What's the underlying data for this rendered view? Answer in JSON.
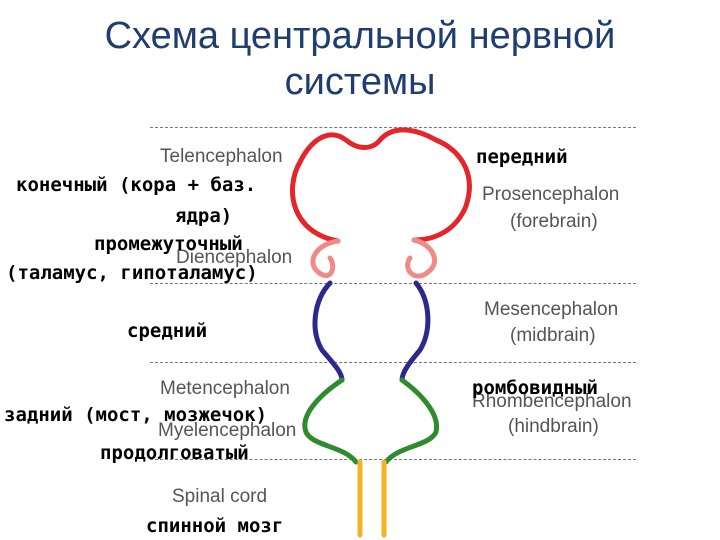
{
  "title": {
    "line1": "Схема центральной нервной",
    "line2": "системы"
  },
  "diagram": {
    "left_labels_en": [
      "Telencephalon",
      "Diencephalon",
      "Metencephalon",
      "Myelencephalon",
      "Spinal cord"
    ],
    "right_labels_en": {
      "prosencephalon": "Prosencephalon",
      "forebrain": "(forebrain)",
      "mesencephalon": "Mesencephalon",
      "midbrain": "(midbrain)",
      "rhombencephalon": "Rhombencephalon",
      "hindbrain": "(hindbrain)"
    },
    "annotations_ru": {
      "konechny1": "конечный (кора + баз.",
      "konechny2": "ядра)",
      "promezh1": "промежуточный",
      "promezh2": "(таламус, гипоталамус)",
      "sredny": "средний",
      "zadny": "задний (мост, мозжечок)",
      "prodolg": "продолговатый",
      "spinnoy": "спинной мозг",
      "peredny": "передний",
      "romb": "ромбовидный"
    },
    "colors": {
      "telencephalon": "#e3262b",
      "diencephalon": "#f08a86",
      "mesencephalon": "#2b2a8c",
      "metencephalon": "#2e8b2e",
      "myelencephalon": "#2e8b2e",
      "spinal_cord": "#f5b323"
    }
  }
}
